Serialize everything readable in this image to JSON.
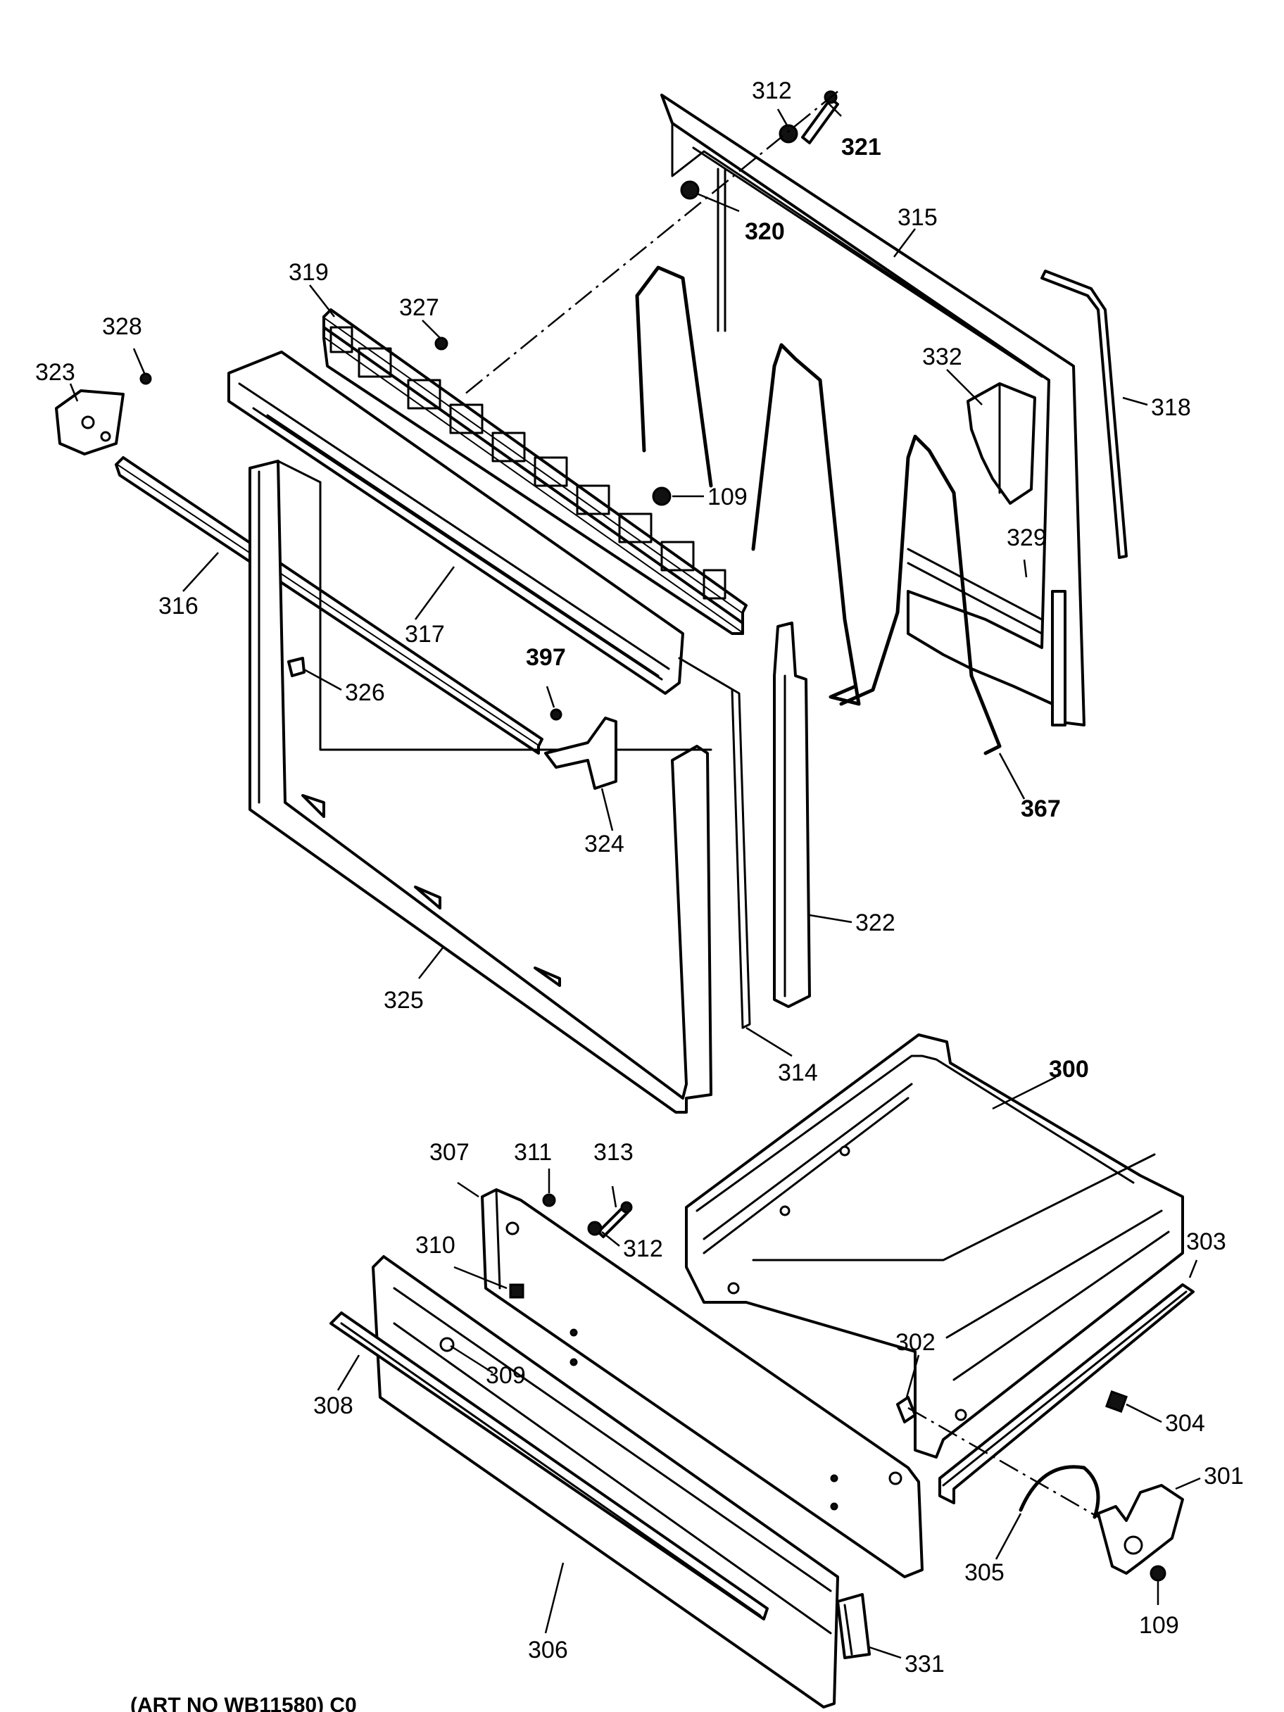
{
  "callouts": {
    "c312_top": "312",
    "c321": "321",
    "c320": "320",
    "c315": "315",
    "c319": "319",
    "c327": "327",
    "c328": "328",
    "c323": "323",
    "c332": "332",
    "c318": "318",
    "c109_top": "109",
    "c329": "329",
    "c316": "316",
    "c317": "317",
    "c397": "397",
    "c326": "326",
    "c324": "324",
    "c367": "367",
    "c322": "322",
    "c325": "325",
    "c314": "314",
    "c300": "300",
    "c307": "307",
    "c311": "311",
    "c313": "313",
    "c312_bottom": "312",
    "c310": "310",
    "c303": "303",
    "c302": "302",
    "c309": "309",
    "c308": "308",
    "c304": "304",
    "c301": "301",
    "c305": "305",
    "c306": "306",
    "c109_bottom": "109",
    "c331": "331"
  },
  "footer_note": "(ART NO WB11580) C0"
}
